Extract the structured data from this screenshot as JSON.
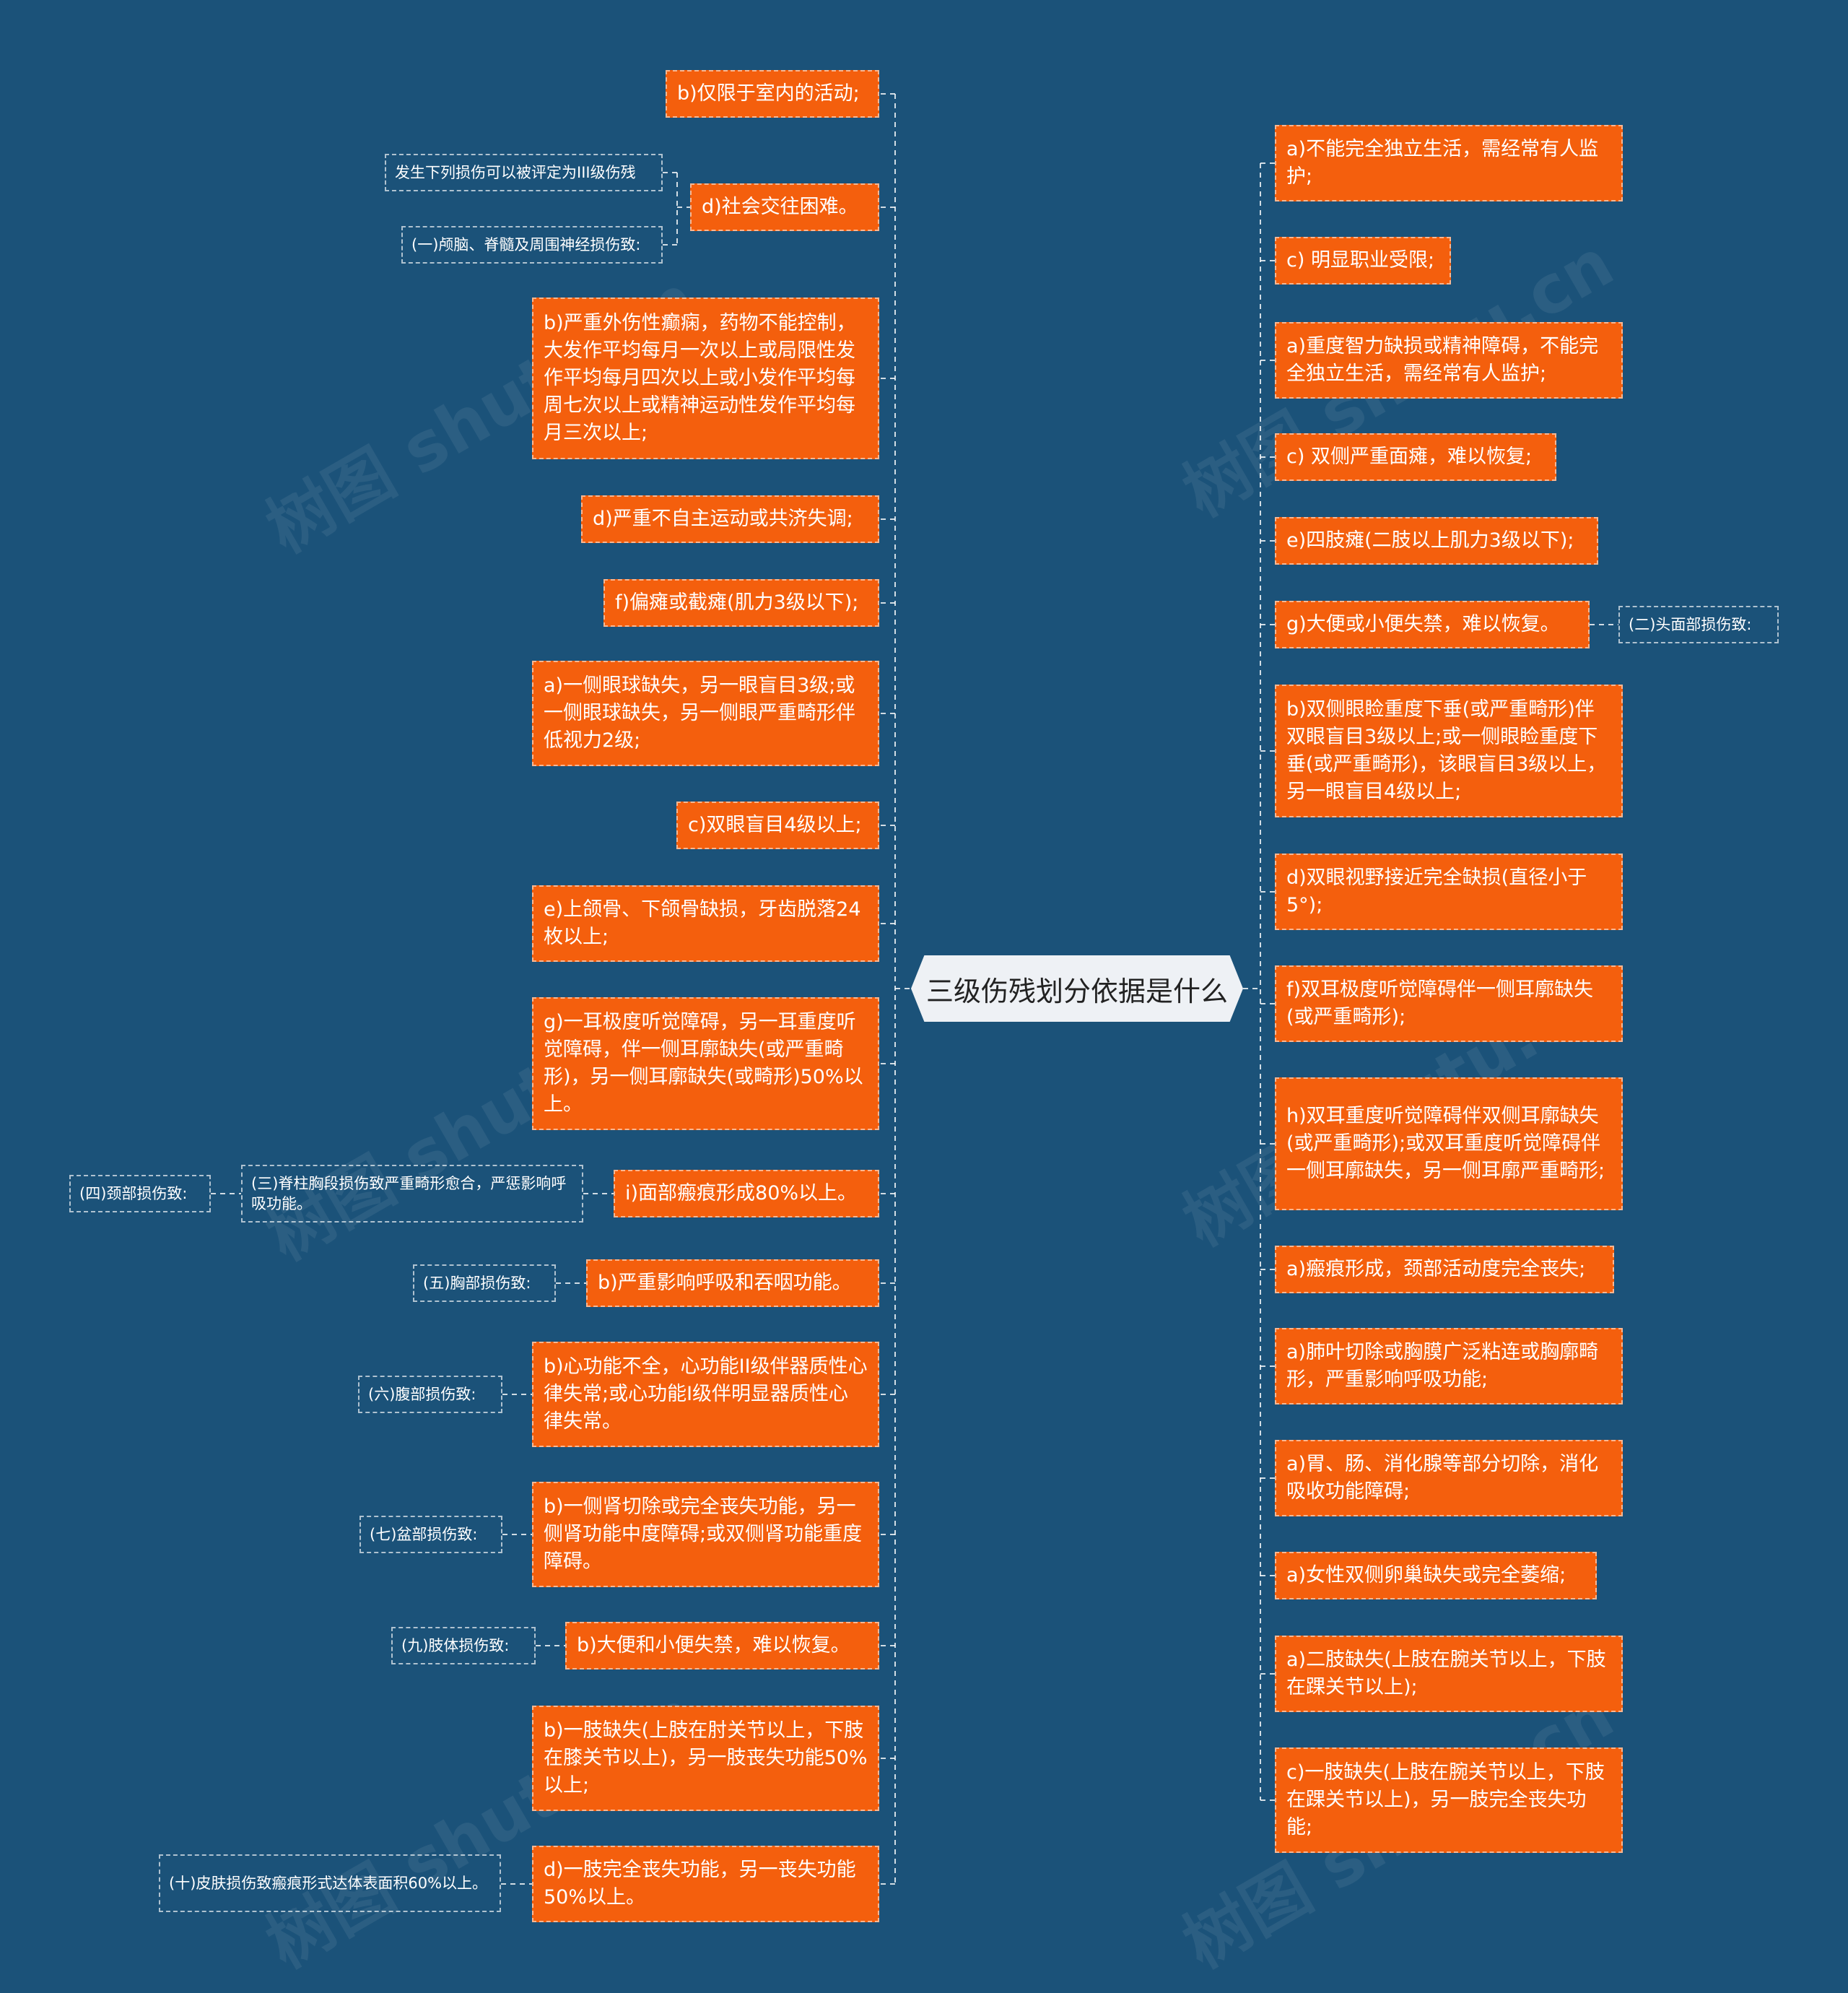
{
  "root": "三级伤残划分依据是什么",
  "watermark": "树图 shutu.cn",
  "left_nodes": [
    {
      "id": "L1",
      "text": "b)仅限于室内的活动;"
    },
    {
      "id": "L2",
      "text": "d)社会交往困难。"
    },
    {
      "id": "L3",
      "text": "b)严重外伤性癫痫，药物不能控制，大发作平均每月一次以上或局限性发作平均每月四次以上或小发作平均每周七次以上或精神运动性发作平均每月三次以上;"
    },
    {
      "id": "L4",
      "text": "d)严重不自主运动或共济失调;"
    },
    {
      "id": "L5",
      "text": "f)偏瘫或截瘫(肌力3级以下);"
    },
    {
      "id": "L6",
      "text": "a)一侧眼球缺失，另一眼盲目3级;或一侧眼球缺失，另一侧眼严重畸形伴低视力2级;"
    },
    {
      "id": "L7",
      "text": "c)双眼盲目4级以上;"
    },
    {
      "id": "L8",
      "text": "e)上颌骨、下颌骨缺损，牙齿脱落24枚以上;"
    },
    {
      "id": "L9",
      "text": "g)一耳极度听觉障碍，另一耳重度听觉障碍，伴一侧耳廓缺失(或严重畸形)，另一侧耳廓缺失(或畸形)50%以上。"
    },
    {
      "id": "L10",
      "text": "i)面部瘢痕形成80%以上。"
    },
    {
      "id": "L11",
      "text": "b)严重影响呼吸和吞咽功能。"
    },
    {
      "id": "L12",
      "text": "b)心功能不全，心功能II级伴器质性心律失常;或心功能I级伴明显器质性心律失常。"
    },
    {
      "id": "L13",
      "text": "b)一侧肾切除或完全丧失功能，另一侧肾功能中度障碍;或双侧肾功能重度障碍。"
    },
    {
      "id": "L14",
      "text": "b)大便和小便失禁，难以恢复。"
    },
    {
      "id": "L15",
      "text": "b)一肢缺失(上肢在肘关节以上，下肢在膝关节以上)，另一肢丧失功能50%以上;"
    },
    {
      "id": "L16",
      "text": "d)一肢完全丧失功能，另一丧失功能50%以上。"
    }
  ],
  "right_nodes": [
    {
      "id": "R1",
      "text": "a)不能完全独立生活，需经常有人监护;"
    },
    {
      "id": "R2",
      "text": "c) 明显职业受限;"
    },
    {
      "id": "R3",
      "text": "a)重度智力缺损或精神障碍，不能完全独立生活，需经常有人监护;"
    },
    {
      "id": "R4",
      "text": "c) 双侧严重面瘫，难以恢复;"
    },
    {
      "id": "R5",
      "text": "e)四肢瘫(二肢以上肌力3级以下);"
    },
    {
      "id": "R6",
      "text": "g)大便或小便失禁，难以恢复。"
    },
    {
      "id": "R7",
      "text": "b)双侧眼睑重度下垂(或严重畸形)伴双眼盲目3级以上;或一侧眼睑重度下垂(或严重畸形)，该眼盲目3级以上，另一眼盲目4级以上;"
    },
    {
      "id": "R8",
      "text": "d)双眼视野接近完全缺损(直径小于5°);"
    },
    {
      "id": "R9",
      "text": "f)双耳极度听觉障碍伴一侧耳廓缺失(或严重畸形);"
    },
    {
      "id": "R10",
      "text": "h)双耳重度听觉障碍伴双侧耳廓缺失(或严重畸形);或双耳重度听觉障碍伴一侧耳廓缺失，另一侧耳廓严重畸形;"
    },
    {
      "id": "R11",
      "text": "a)瘢痕形成，颈部活动度完全丧失;"
    },
    {
      "id": "R12",
      "text": "a)肺叶切除或胸膜广泛粘连或胸廓畸形，严重影响呼吸功能;"
    },
    {
      "id": "R13",
      "text": "a)胃、肠、消化腺等部分切除，消化吸收功能障碍;"
    },
    {
      "id": "R14",
      "text": "a)女性双侧卵巢缺失或完全萎缩;"
    },
    {
      "id": "R15",
      "text": "a)二肢缺失(上肢在腕关节以上，下肢在踝关节以上);"
    },
    {
      "id": "R16",
      "text": "c)一肢缺失(上肢在腕关节以上，下肢在踝关节以上)，另一肢完全丧失功能;"
    }
  ],
  "tags": [
    {
      "id": "T1",
      "text": "发生下列损伤可以被评定为III级伤残"
    },
    {
      "id": "T2",
      "text": "(一)颅脑、脊髓及周围神经损伤致:"
    },
    {
      "id": "T3",
      "text": "(二)头面部损伤致:"
    },
    {
      "id": "T4",
      "text": "(三)脊柱胸段损伤致严重畸形愈合，严惩影响呼吸功能。"
    },
    {
      "id": "T5",
      "text": "(四)颈部损伤致:"
    },
    {
      "id": "T6",
      "text": "(五)胸部损伤致:"
    },
    {
      "id": "T7",
      "text": "(六)腹部损伤致:"
    },
    {
      "id": "T8",
      "text": "(七)盆部损伤致:"
    },
    {
      "id": "T9",
      "text": "(九)肢体损伤致:"
    },
    {
      "id": "T10",
      "text": "(十)皮肤损伤致瘢痕形式达体表面积60%以上。"
    }
  ]
}
